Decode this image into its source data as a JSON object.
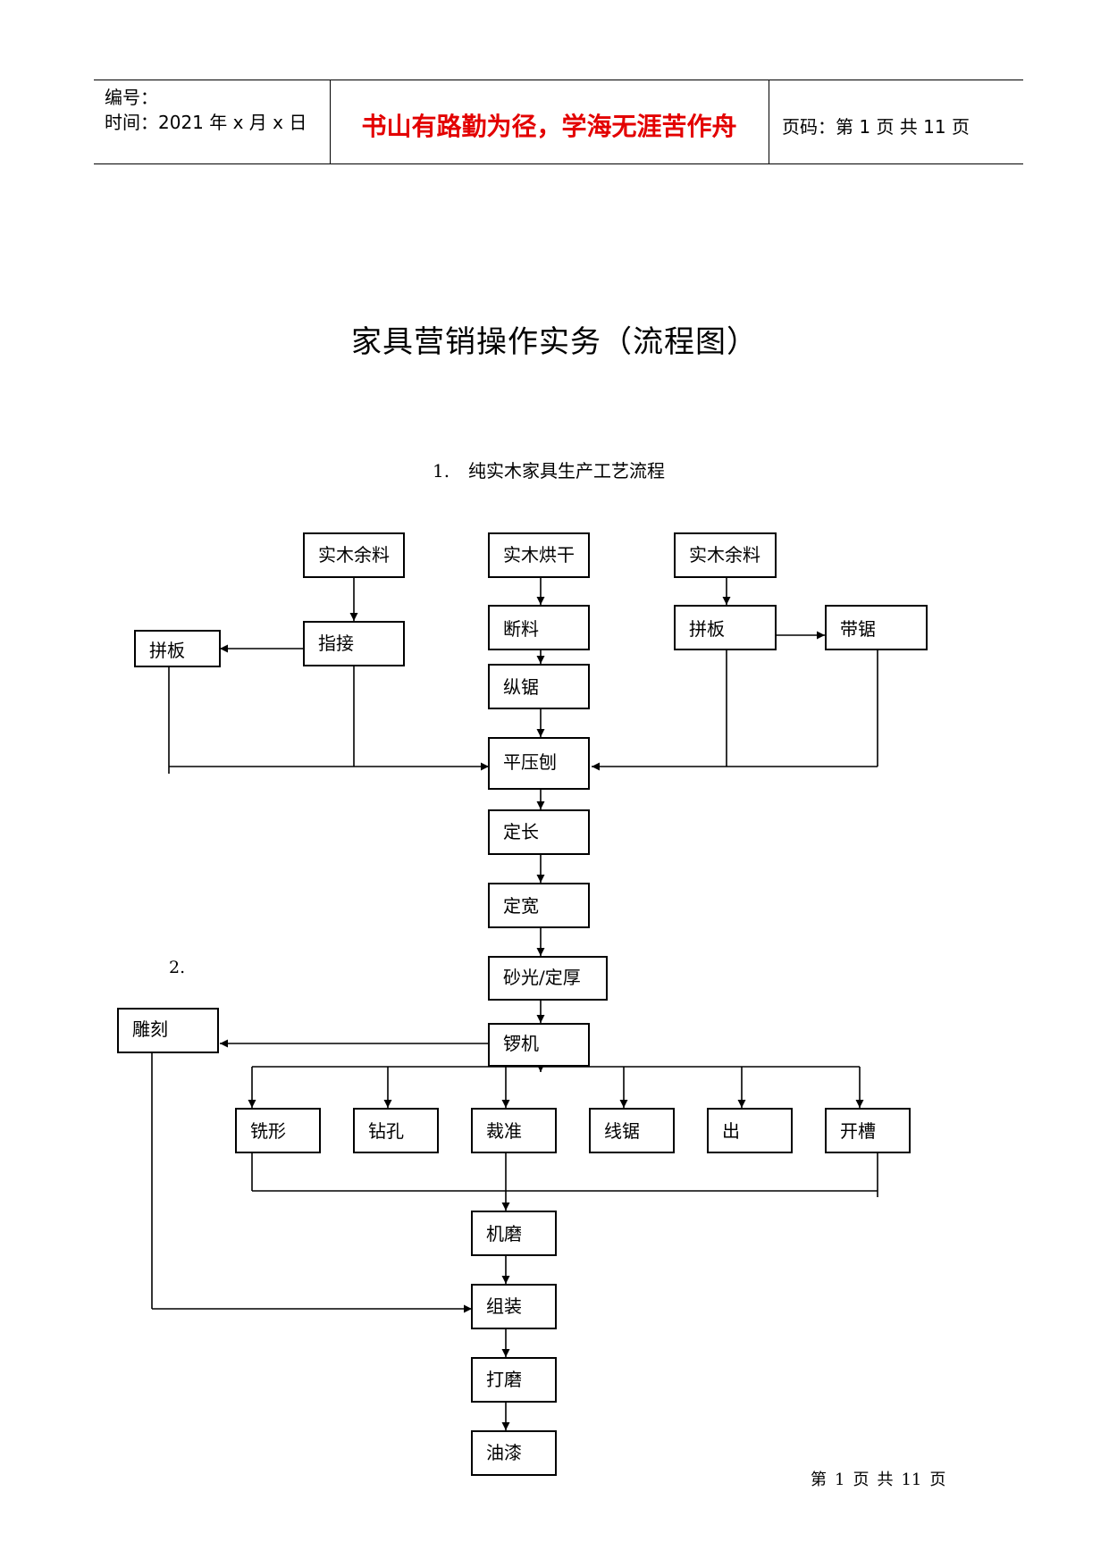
{
  "header": {
    "number_label": "编号：",
    "time_label": "时间：2021 年 x 月 x 日",
    "motto": "书山有路勤为径，学海无涯苦作舟",
    "page_label": "页码：第 1 页  共 11 页"
  },
  "title": "家具营销操作实务（流程图）",
  "section1": {
    "num": "1.",
    "label": "纯实木家具生产工艺流程"
  },
  "section2": {
    "num": "2."
  },
  "flowchart": {
    "nodes": {
      "wood_scrap_left": "实木余料",
      "finger_joint": "指接",
      "panel_join_left": "拼板",
      "wood_drying": "实木烘干",
      "cut_material": "断料",
      "rip_saw": "纵锯",
      "wood_scrap_right": "实木余料",
      "panel_join_right": "拼板",
      "band_saw": "带锯",
      "planer": "平压刨",
      "fix_length": "定长",
      "fix_width": "定宽",
      "sanding_thickness": "砂光/定厚",
      "router_machine": "锣机",
      "carving": "雕刻",
      "mill_shape": "铣形",
      "drilling": "钻孔",
      "trim_cut": "裁准",
      "scroll_saw": "线锯",
      "out": "出",
      "grooving": "开槽",
      "machine_grind": "机磨",
      "assembly": "组装",
      "polishing": "打磨",
      "painting": "油漆"
    }
  },
  "footer": {
    "p1": "第",
    "p2": "1",
    "p3": "页",
    "p4": "共",
    "p5": "11",
    "p6": "页"
  }
}
